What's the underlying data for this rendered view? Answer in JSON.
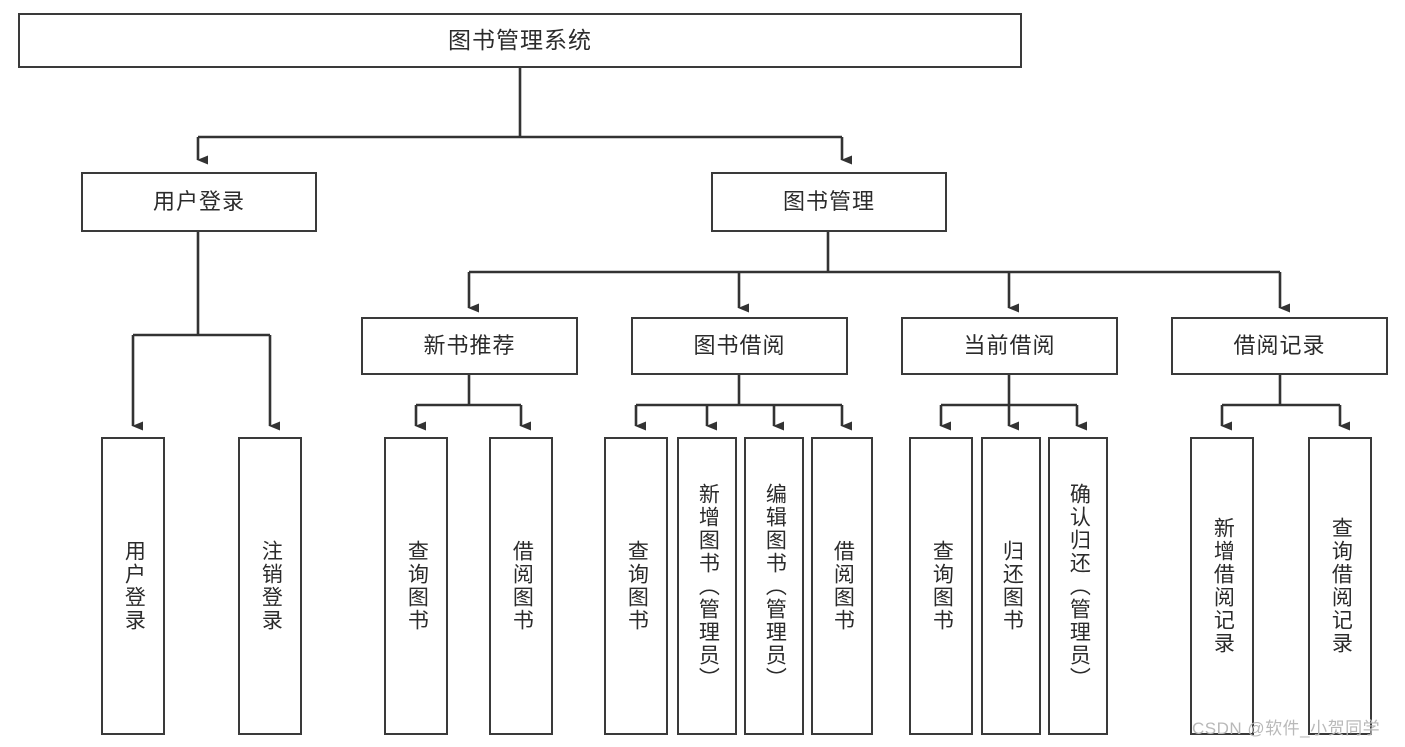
{
  "diagram": {
    "title": "图书管理系统",
    "style": {
      "box_border_color": "#3a3a3a",
      "box_fill_color": "#ffffff",
      "edge_color": "#333333",
      "text_color": "#2b2b2b",
      "background": "#ffffff",
      "watermark_color": "#b9b9b9"
    },
    "nodes": {
      "root": {
        "label": "图书管理系统"
      },
      "level2": [
        {
          "id": "user-login",
          "label": "用户登录"
        },
        {
          "id": "book-manage",
          "label": "图书管理"
        }
      ],
      "level3": [
        {
          "id": "new-book-recommend",
          "label": "新书推荐"
        },
        {
          "id": "book-borrow",
          "label": "图书借阅"
        },
        {
          "id": "current-borrow",
          "label": "当前借阅"
        },
        {
          "id": "borrow-record",
          "label": "借阅记录"
        }
      ],
      "leaves": {
        "user-login": [
          {
            "id": "leaf-user-login",
            "label": "用户登录"
          },
          {
            "id": "leaf-user-logout",
            "label": "注销登录"
          }
        ],
        "new-book-recommend": [
          {
            "id": "leaf-query-book-1",
            "label": "查询图书"
          },
          {
            "id": "leaf-borrow-book-1",
            "label": "借阅图书"
          }
        ],
        "book-borrow": [
          {
            "id": "leaf-query-book-2",
            "label": "查询图书"
          },
          {
            "id": "leaf-add-book",
            "label": "新增图书（管理员）"
          },
          {
            "id": "leaf-edit-book",
            "label": "编辑图书（管理员）"
          },
          {
            "id": "leaf-borrow-book-2",
            "label": "借阅图书"
          }
        ],
        "current-borrow": [
          {
            "id": "leaf-query-book-3",
            "label": "查询图书"
          },
          {
            "id": "leaf-return-book",
            "label": "归还图书"
          },
          {
            "id": "leaf-confirm-return",
            "label": "确认归还（管理员）"
          }
        ],
        "borrow-record": [
          {
            "id": "leaf-add-record",
            "label": "新增借阅记录"
          },
          {
            "id": "leaf-query-record",
            "label": "查询借阅记录"
          }
        ]
      }
    },
    "watermark": "CSDN @软件_小贺同学"
  }
}
